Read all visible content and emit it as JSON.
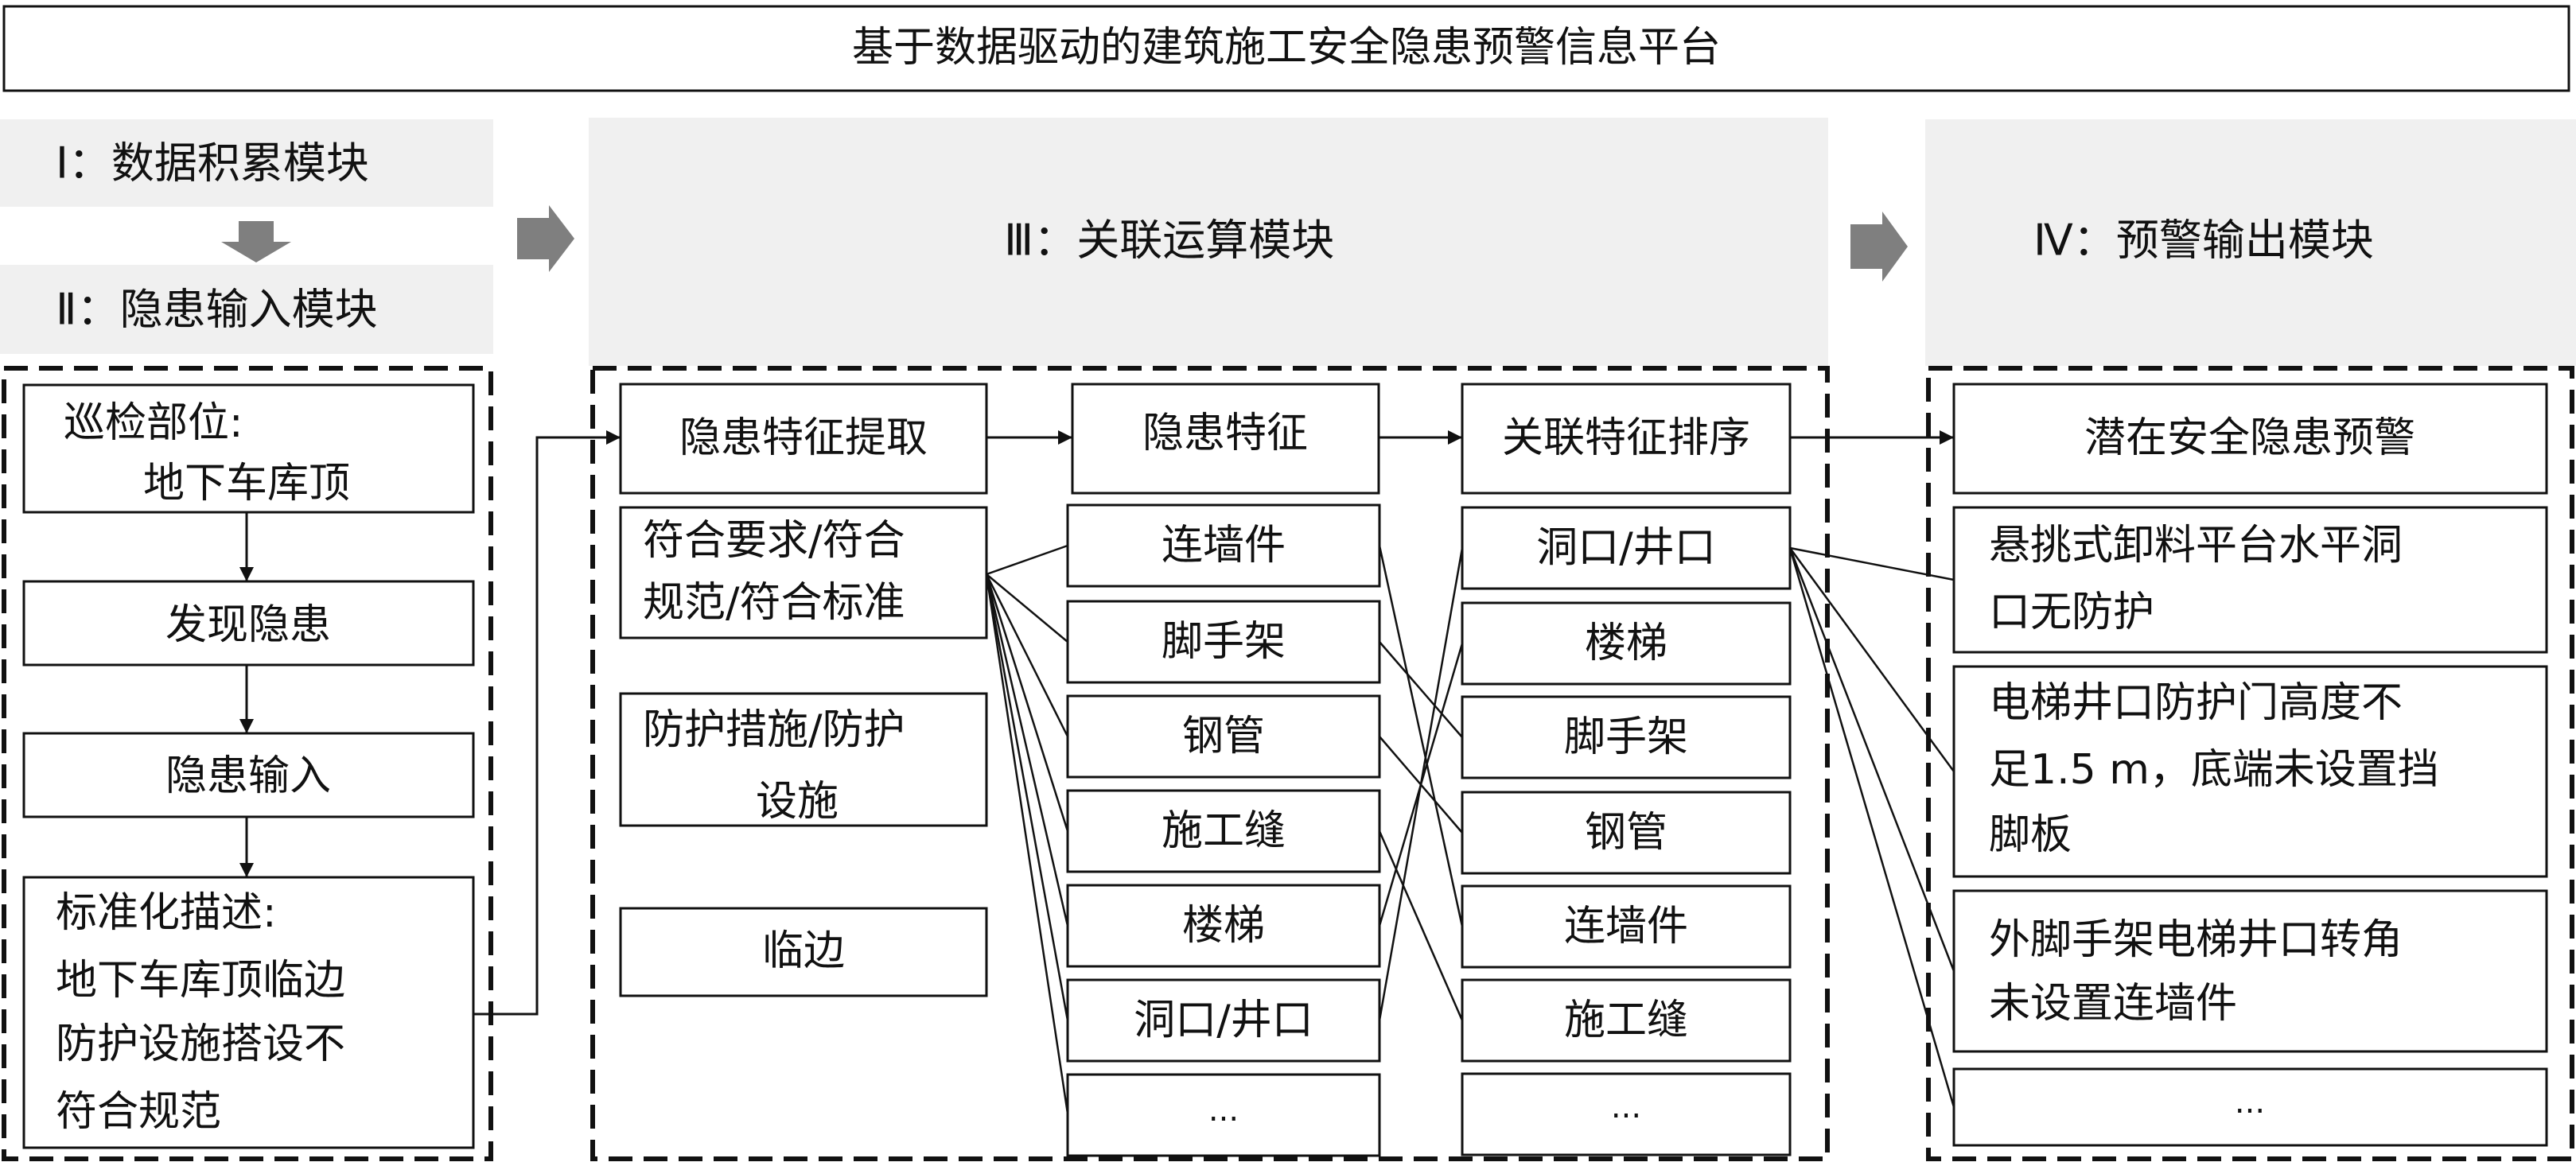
{
  "title": "基于数据驱动的建筑施工安全隐患预警信息平台",
  "modules": {
    "m1": "Ⅰ：数据积累模块",
    "m2": "Ⅱ：隐患输入模块",
    "m3": "Ⅲ：关联运算模块",
    "m4": "Ⅳ：预警输出模块"
  },
  "input_flow": {
    "inspect_line1": "巡检部位:",
    "inspect_line2": "地下车库顶",
    "discover": "发现隐患",
    "hazard_input": "隐患输入",
    "std_line1": "标准化描述:",
    "std_line2": "地下车库顶临边",
    "std_line3": "防护设施搭设不",
    "std_line4": "符合规范"
  },
  "computation": {
    "extract_header": "隐患特征提取",
    "feature_header": "隐患特征",
    "rank_header": "关联特征排序",
    "extract_items": [
      [
        "符合要求/符合",
        "规范/符合标准"
      ],
      [
        "防护措施/防护",
        "设施"
      ],
      [
        "临边"
      ]
    ],
    "features": [
      "连墙件",
      "脚手架",
      "钢管",
      "施工缝",
      "楼梯",
      "洞口/井口",
      "..."
    ],
    "ranked": [
      "洞口/井口",
      "楼梯",
      "脚手架",
      "钢管",
      "连墙件",
      "施工缝",
      "..."
    ]
  },
  "output": {
    "header": "潜在安全隐患预警",
    "warnings": [
      [
        "悬挑式卸料平台水平洞",
        "口无防护"
      ],
      [
        "电梯井口防护门高度不",
        "足1.5 m，底端未设置挡",
        "脚板"
      ],
      [
        "外脚手架电梯井口转角",
        "未设置连墙件"
      ],
      [
        "..."
      ]
    ]
  },
  "colors": {
    "module_band": "#f0f0f0",
    "flow_arrow": "#7f7f7f",
    "line": "#111111"
  }
}
